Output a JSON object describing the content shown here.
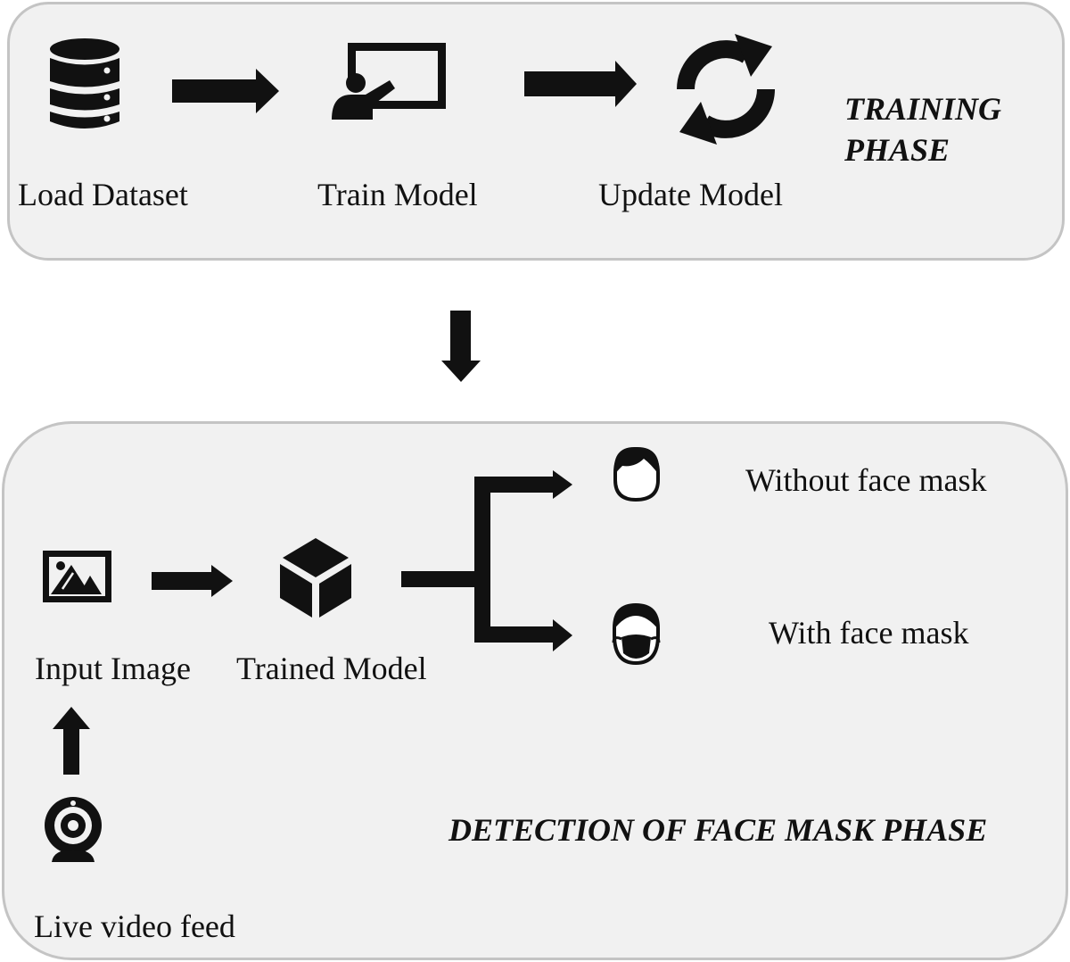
{
  "training": {
    "phase_title_line1": "TRAINING",
    "phase_title_line2": "PHASE",
    "steps": [
      {
        "label": "Load Dataset",
        "icon": "database-icon"
      },
      {
        "label": "Train Model",
        "icon": "presentation-icon"
      },
      {
        "label": "Update Model",
        "icon": "refresh-icon"
      }
    ]
  },
  "detection": {
    "phase_title": "DETECTION OF FACE MASK PHASE",
    "input_label": "Input Image",
    "model_label": "Trained Model",
    "source_label": "Live video feed",
    "outputs": [
      {
        "label": "Without face mask",
        "icon": "face-without-mask-icon"
      },
      {
        "label": "With face mask",
        "icon": "face-with-mask-icon"
      }
    ]
  },
  "colors": {
    "panel_fill": "#f1f1f1",
    "panel_border": "#c4c4c4",
    "ink": "#111111"
  }
}
